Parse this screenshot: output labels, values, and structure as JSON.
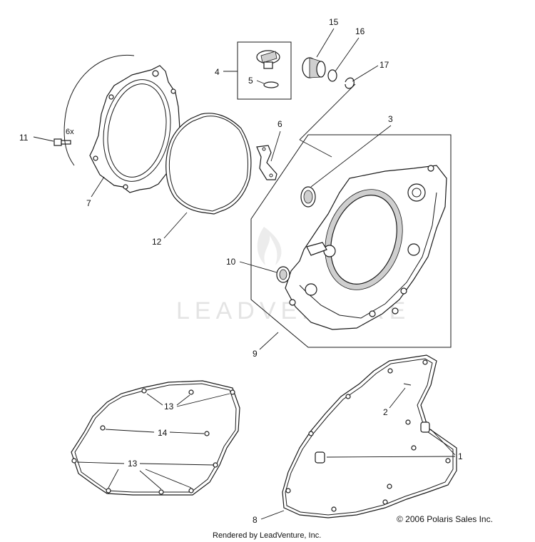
{
  "diagram": {
    "callouts": {
      "c1": "1",
      "c2": "2",
      "c3": "3",
      "c4": "4",
      "c5": "5",
      "c6": "6",
      "c6x": "6x",
      "c7": "7",
      "c8": "8",
      "c9": "9",
      "c10": "10",
      "c11": "11",
      "c12": "12",
      "c13a": "13",
      "c13b": "13",
      "c14": "14",
      "c15": "15",
      "c16": "16",
      "c17": "17"
    },
    "watermark": "LEADVENTURE",
    "copyright": "© 2006 Polaris Sales Inc.",
    "rendered_by": "Rendered by LeadVenture, Inc."
  }
}
